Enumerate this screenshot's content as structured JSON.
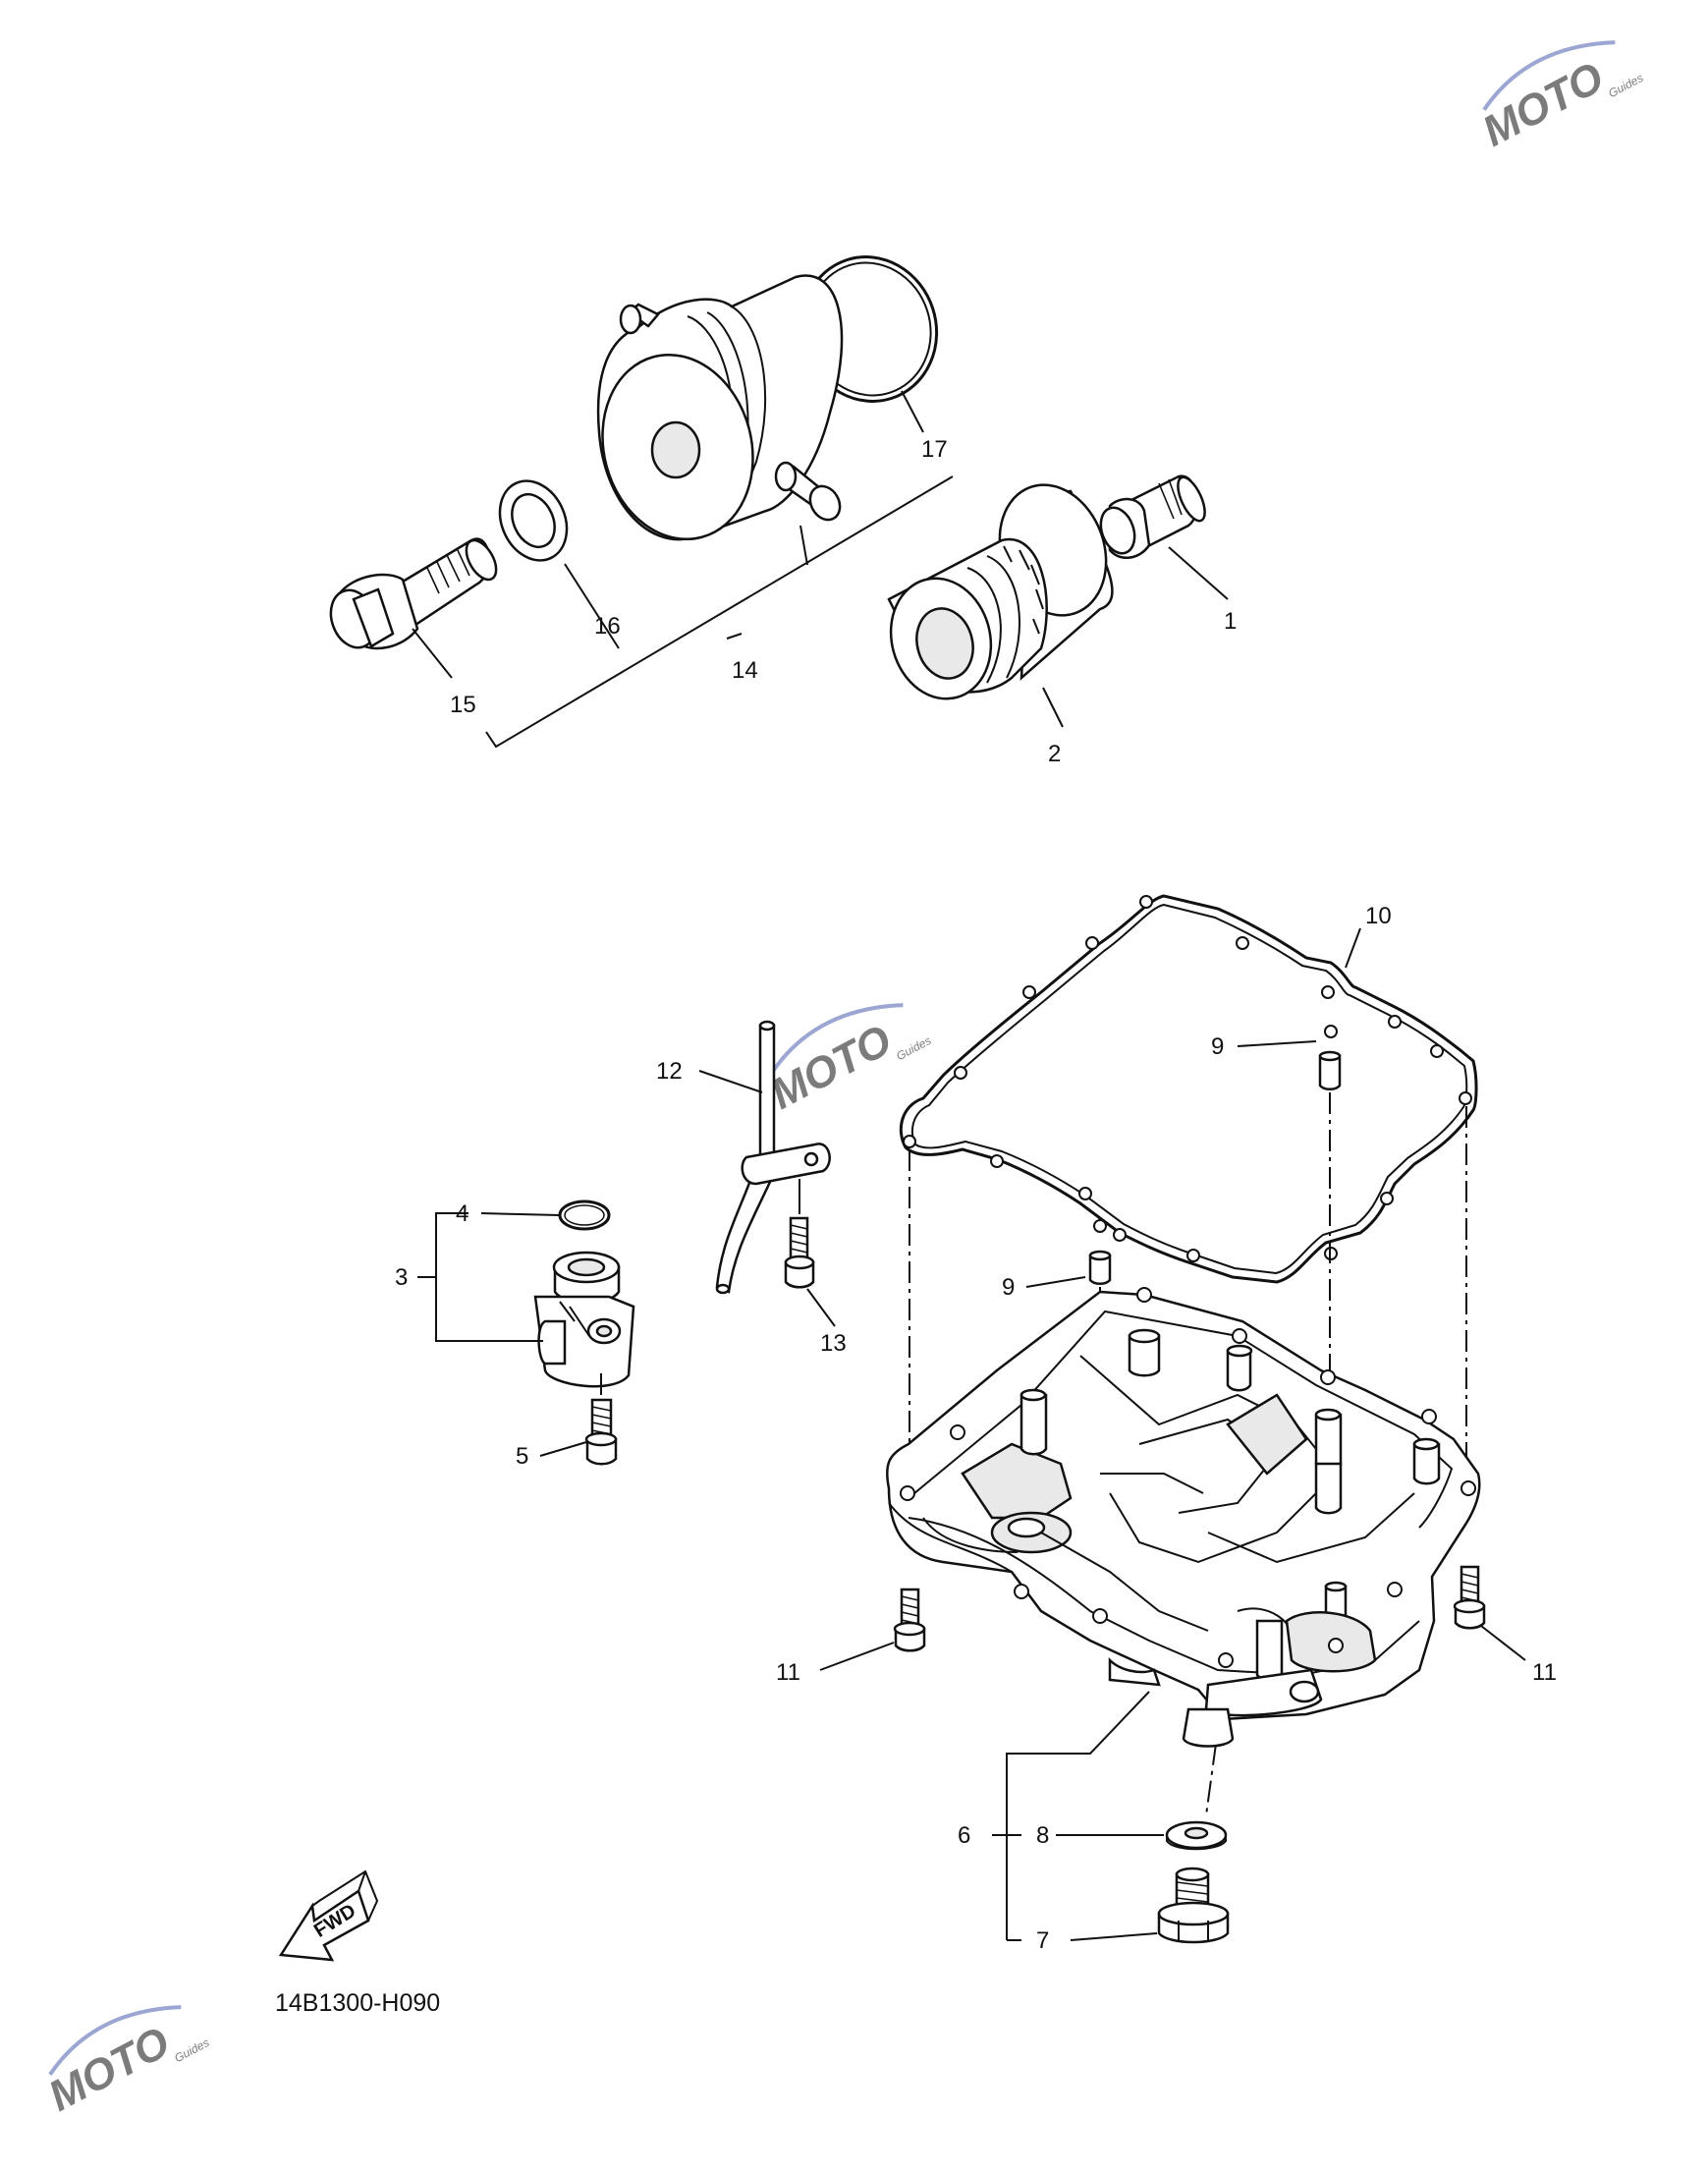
{
  "diagram_code": "14B1300-H090",
  "fwd_label": "FWD",
  "watermark": {
    "main": "MOTO",
    "sub": "Guides"
  },
  "callouts": {
    "c1": "1",
    "c2": "2",
    "c3": "3",
    "c4": "4",
    "c5": "5",
    "c6": "6",
    "c7": "7",
    "c8": "8",
    "c9a": "9",
    "c9b": "9",
    "c10": "10",
    "c11a": "11",
    "c11b": "11",
    "c12": "12",
    "c13": "13",
    "c14": "14",
    "c15": "15",
    "c16": "16",
    "c17": "17"
  },
  "colors": {
    "line": "#111111",
    "watermark_red": "#d9404a",
    "watermark_blue": "#4a5fb0"
  }
}
